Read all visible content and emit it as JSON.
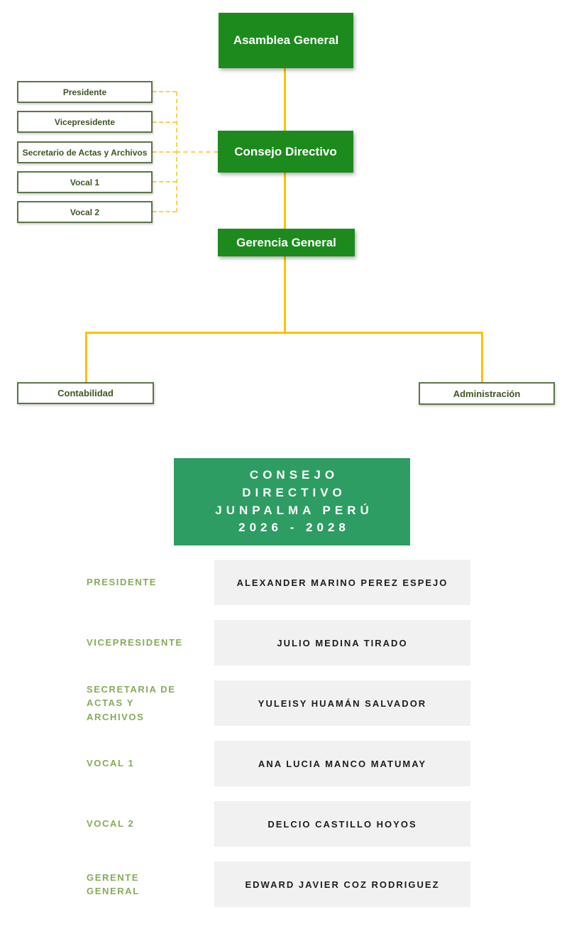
{
  "org_chart": {
    "asamblea_label": "Asamblea General",
    "consejo_label": "Consejo Directivo",
    "gerencia_label": "Gerencia General",
    "contabilidad_label": "Contabilidad",
    "administracion_label": "Administración",
    "consejo_members": [
      "Presidente",
      "Vicepresidente",
      "Secretario de Actas y Archivos",
      "Vocal 1",
      "Vocal 2"
    ]
  },
  "roster": {
    "title_lines": [
      "CONSEJO",
      "DIRECTIVO",
      "JUNPALMA PERÚ",
      "2026 - 2028"
    ],
    "rows": [
      {
        "label": "PRESIDENTE",
        "name": "ALEXANDER MARINO PEREZ ESPEJO"
      },
      {
        "label": "VICEPRESIDENTE",
        "name": "JULIO MEDINA TIRADO"
      },
      {
        "label": "SECRETARIA DE ACTAS Y ARCHIVOS",
        "name": "YULEISY HUAMÁN SALVADOR"
      },
      {
        "label": "VOCAL 1",
        "name": "ANA LUCIA MANCO MATUMAY"
      },
      {
        "label": "VOCAL 2",
        "name": "DELCIO CASTILLO HOYOS"
      },
      {
        "label": "GERENTE GENERAL",
        "name": "EDWARD JAVIER COZ RODRIGUEZ"
      }
    ]
  },
  "colors": {
    "chart_node_green": "#1d8a1d",
    "chart_line_yellow": "#ffc000",
    "chart_dash_yellow": "#fcd04e",
    "chart_outline_green": "#5b7449",
    "chart_outline_text_green": "#3d5523",
    "roster_header_green": "#2d9d63",
    "roster_label_green": "#85ab58",
    "roster_value_bg": "#f1f1f2",
    "roster_name_text": "#1d1d1d"
  }
}
